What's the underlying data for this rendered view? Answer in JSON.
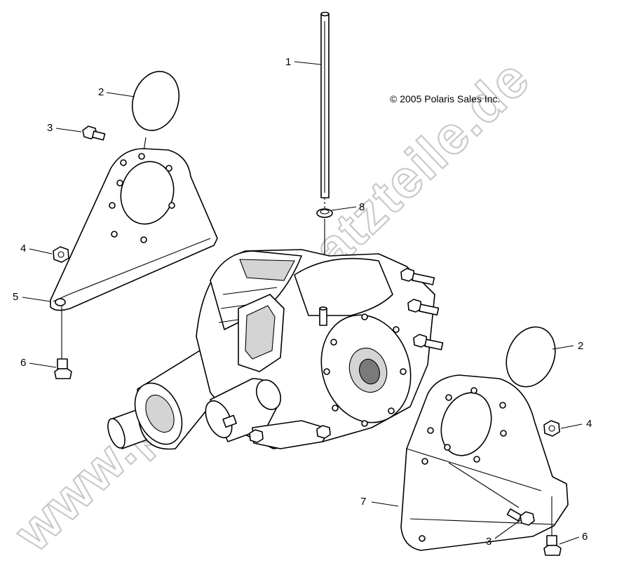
{
  "diagram": {
    "copyright": "© 2005 Polaris Sales Inc.",
    "watermark": "www.polarisersatzteile.de",
    "callouts": [
      {
        "id": "c1",
        "label": "1"
      },
      {
        "id": "c2a",
        "label": "2"
      },
      {
        "id": "c2b",
        "label": "2"
      },
      {
        "id": "c3a",
        "label": "3"
      },
      {
        "id": "c3b",
        "label": "3"
      },
      {
        "id": "c4a",
        "label": "4"
      },
      {
        "id": "c4b",
        "label": "4"
      },
      {
        "id": "c5",
        "label": "5"
      },
      {
        "id": "c6a",
        "label": "6"
      },
      {
        "id": "c6b",
        "label": "6"
      },
      {
        "id": "c7",
        "label": "7"
      },
      {
        "id": "c8",
        "label": "8"
      }
    ]
  }
}
